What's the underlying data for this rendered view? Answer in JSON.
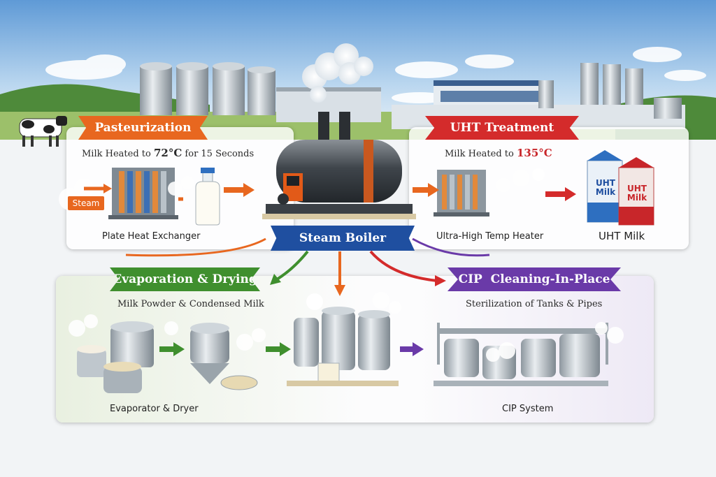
{
  "colors": {
    "pasteurization": "#e8671f",
    "uht": "#d42b2b",
    "steam_boiler": "#1f4fa0",
    "evaporation": "#3f8f2e",
    "cip": "#6a3aa8"
  },
  "center": {
    "label": "Steam Boiler"
  },
  "pasteurization": {
    "title": "Pasteurization",
    "subtitle_prefix": "Milk Heated to ",
    "subtitle_temp": "72°C",
    "subtitle_suffix": " for 15 Seconds",
    "steam_tag": "Steam",
    "caption": "Plate Heat Exchanger"
  },
  "uht": {
    "title": "UHT Treatment",
    "subtitle_prefix": "Milk Heated to ",
    "subtitle_temp": "135°C",
    "caption_heater": "Ultra-High Temp Heater",
    "caption_product": "UHT Milk",
    "carton_text": "UHT",
    "carton_text2": "Milk"
  },
  "evaporation": {
    "title": "Evaporation & Drying",
    "subtitle": "Milk Powder & Condensed Milk",
    "caption": "Evaporator & Dryer"
  },
  "cip": {
    "title": "CIP  Cleaning-In-Place",
    "subtitle": "Sterilization of Tanks & Pipes",
    "caption": "CIP System"
  }
}
